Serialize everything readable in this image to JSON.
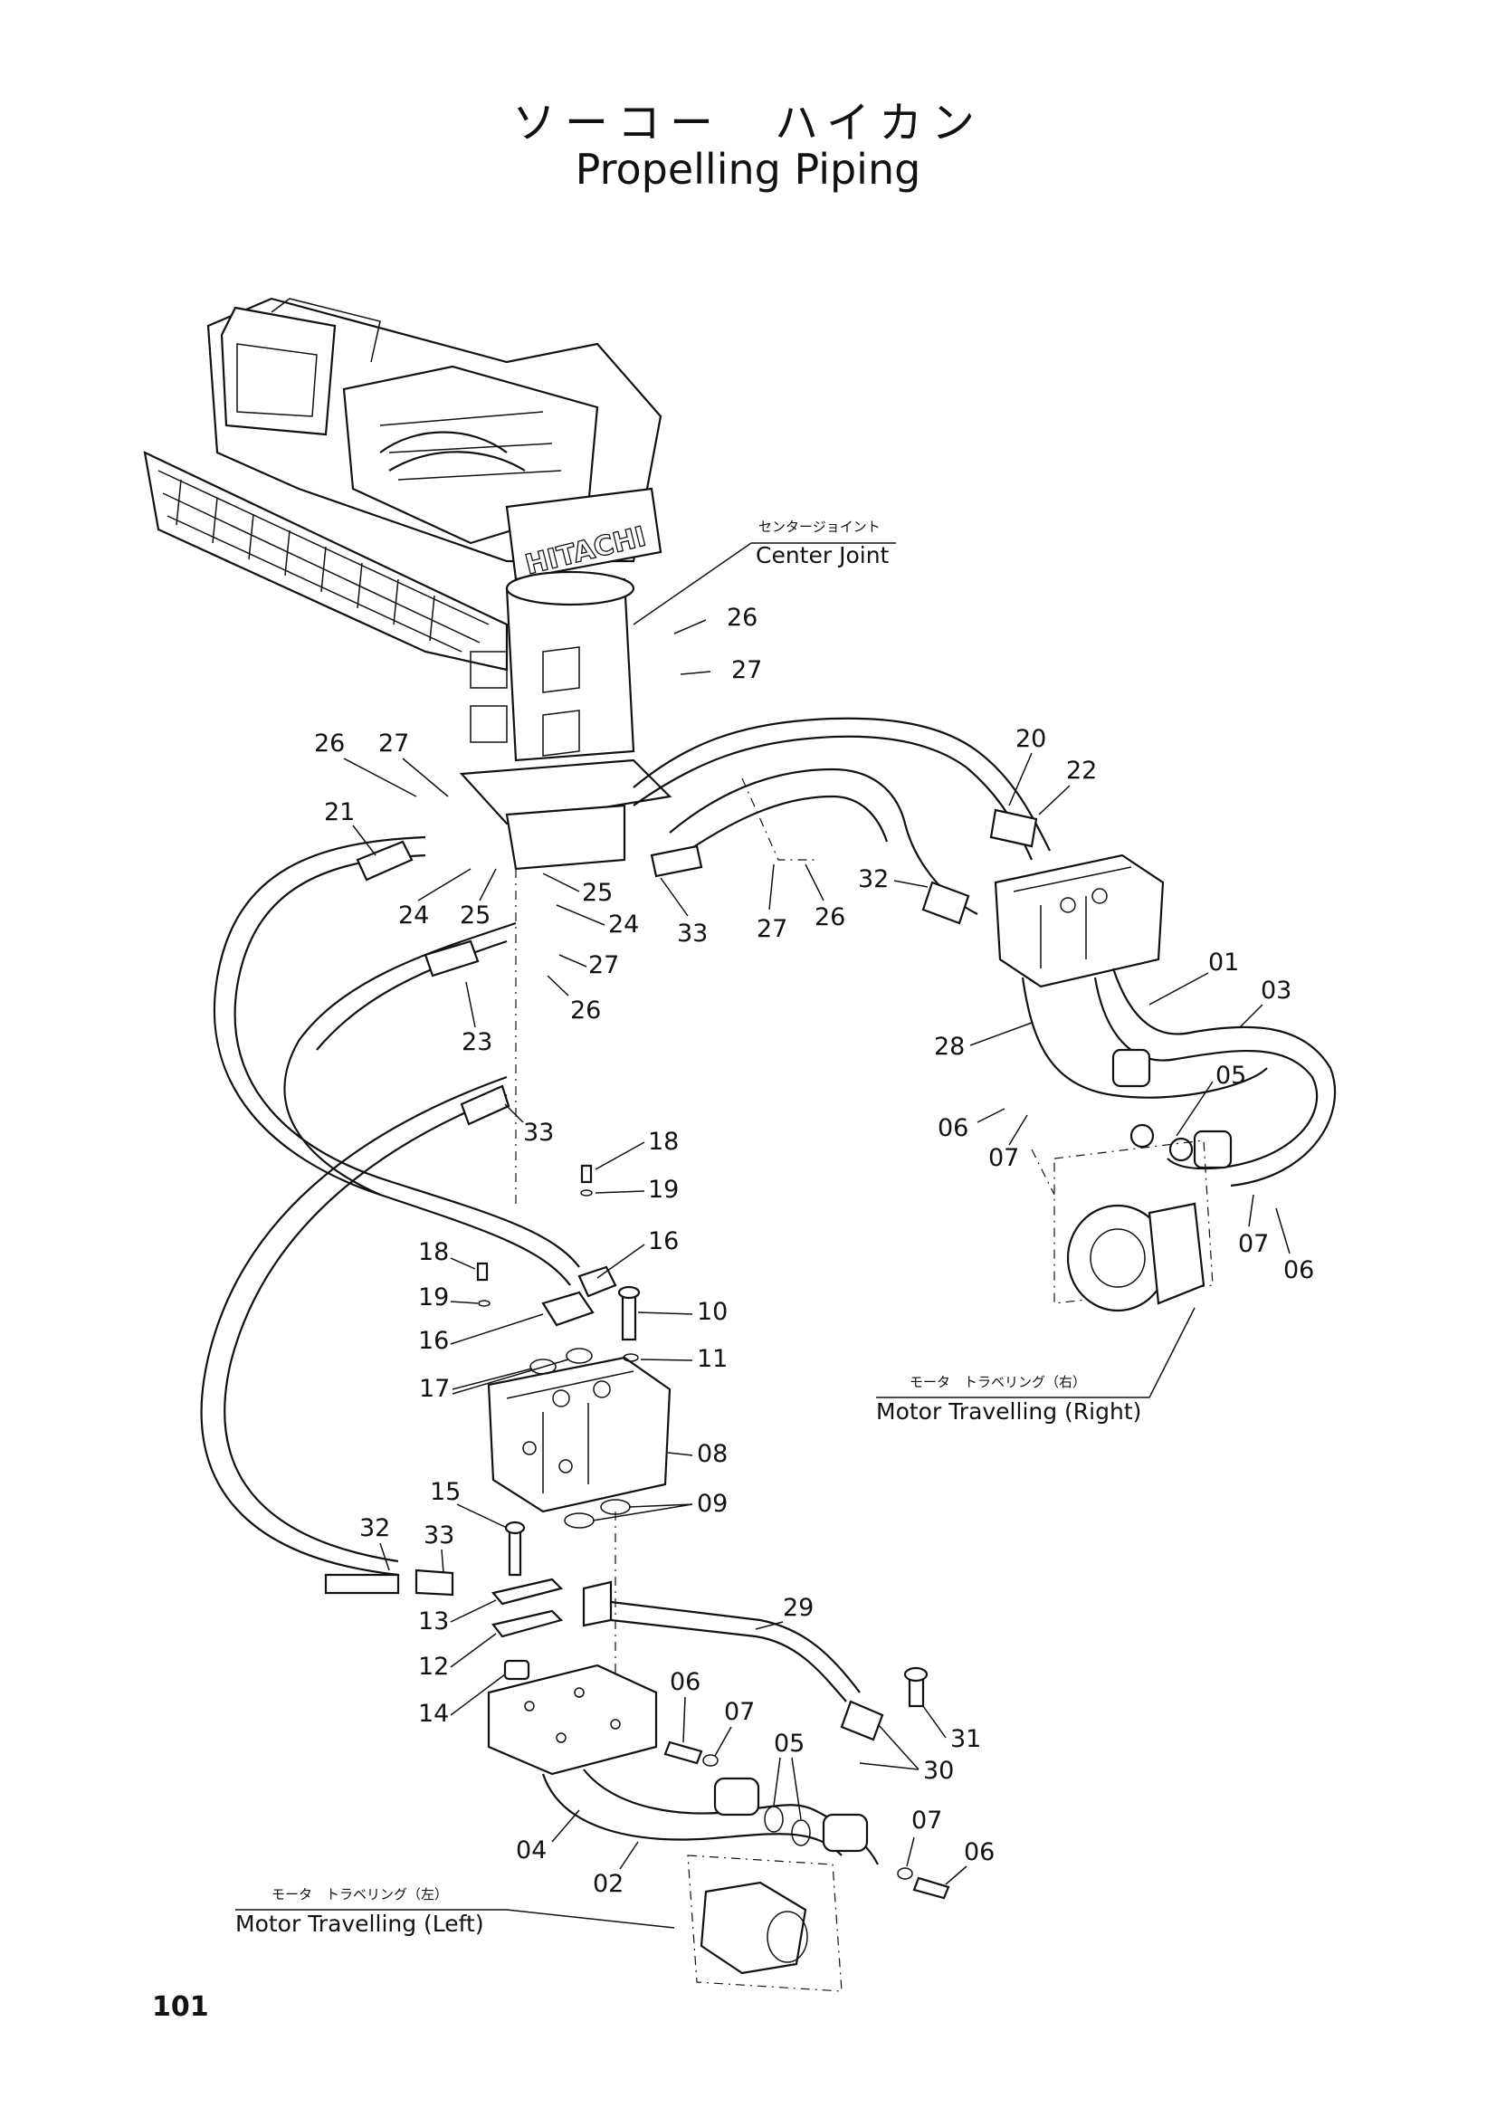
{
  "title": {
    "japanese": "ソーコー　ハイカン",
    "english": "Propelling Piping"
  },
  "page_number": "101",
  "machine_brand": "HITACHI",
  "labels": {
    "center_joint": {
      "jp": "センタージョイント",
      "en": "Center Joint"
    },
    "motor_right": {
      "jp": "モータ　トラベリング（右）",
      "en": "Motor Travelling (Right)"
    },
    "motor_left": {
      "jp": "モータ　トラベリング（左）",
      "en": "Motor Travelling (Left)"
    }
  },
  "callouts": [
    "26",
    "27",
    "26",
    "27",
    "21",
    "24",
    "25",
    "25",
    "24",
    "33",
    "27",
    "26",
    "20",
    "22",
    "32",
    "01",
    "03",
    "28",
    "05",
    "06",
    "07",
    "07",
    "06",
    "23",
    "27",
    "26",
    "33",
    "18",
    "19",
    "16",
    "18",
    "19",
    "16",
    "10",
    "11",
    "17",
    "08",
    "09",
    "15",
    "32",
    "33",
    "13",
    "12",
    "14",
    "29",
    "06",
    "07",
    "05",
    "31",
    "30",
    "04",
    "02",
    "07",
    "06"
  ]
}
